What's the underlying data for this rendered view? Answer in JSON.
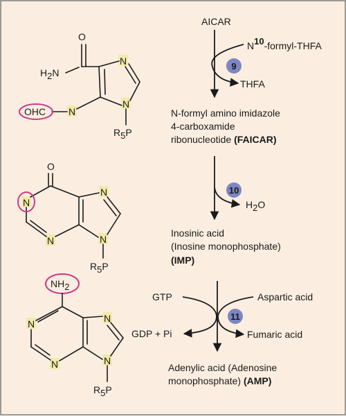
{
  "palette": {
    "background": "#fbeee0",
    "border": "#7a7a7a",
    "atom_highlight": "#f3e9a9",
    "circle_highlight": "#d0368b",
    "step_badge": "#7c86c2"
  },
  "structures": {
    "faicar": {
      "carbonyl_o": "O",
      "amide_n": "H",
      "amide_n_sub": "2",
      "amide_n_tail": "N",
      "ring_n_top": "N",
      "ring_n_bottom": "N",
      "formyl_group": "OHC",
      "link_n": "N",
      "ribose": "R",
      "ribose_sub": "5",
      "ribose_tail": "P"
    },
    "imp": {
      "carbonyl_o": "O",
      "n1": "N",
      "n3": "N",
      "n7": "N",
      "n9": "N",
      "ribose": "R",
      "ribose_sub": "5",
      "ribose_tail": "P"
    },
    "amp": {
      "amino": "NH",
      "amino_sub": "2",
      "n1": "N",
      "n3": "N",
      "n7": "N",
      "n9": "N",
      "ribose": "R",
      "ribose_sub": "5",
      "ribose_tail": "P"
    }
  },
  "pathway": {
    "start": "AICAR",
    "step9": {
      "badge": "9",
      "input_prefix": "N",
      "input_sup": "10",
      "input_suffix": "-formyl-THFA",
      "output": "THFA"
    },
    "product9": {
      "line1": "N-formyl amino imidazole",
      "line2": "4-carboxamide",
      "line3_text": "ribonucleotide ",
      "line3_bold": "(FAICAR)"
    },
    "step10": {
      "badge": "10",
      "output_main": "H",
      "output_sub": "2",
      "output_tail": "O"
    },
    "product10": {
      "line1": "Inosinic acid",
      "line2": "(Inosine monophosphate)",
      "line3_bold": "(IMP)"
    },
    "step11": {
      "badge": "11",
      "input_left": "GTP",
      "input_right": "Aspartic acid",
      "output_left": "GDP + Pi",
      "output_right": "Fumaric acid"
    },
    "product11": {
      "line1": "Adenylic acid (Adenosine",
      "line2_text": "monophosphate) ",
      "line2_bold": "(AMP)"
    }
  }
}
